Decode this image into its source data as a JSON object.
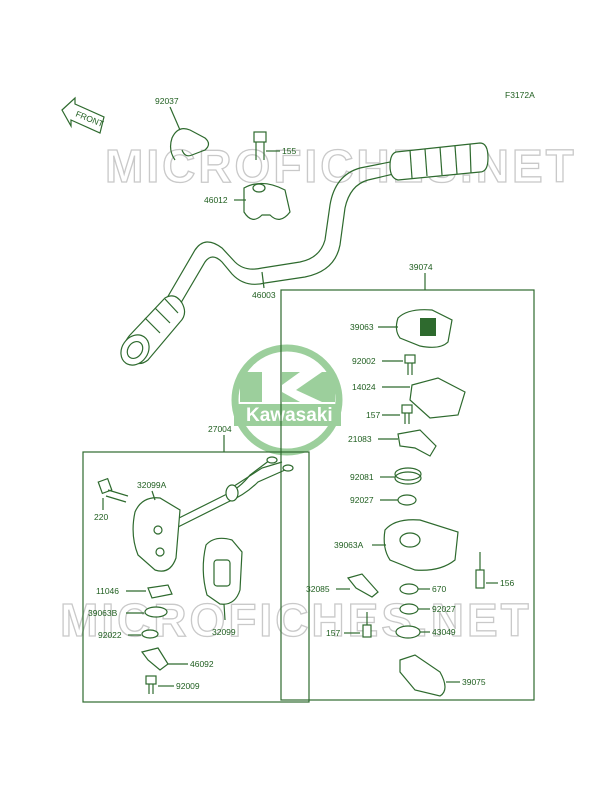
{
  "figure_code": "F3172A",
  "front_label": "FRONT",
  "watermark_text": "MICROFICHES.NET",
  "logo_text": "Kawasaki",
  "colors": {
    "line": "#2e6a2e",
    "watermark": "#c9c9c9",
    "logo": "#9ccf9c"
  },
  "parts": {
    "p92037": "92037",
    "p155": "155",
    "p46012": "46012",
    "p46003": "46003",
    "p39074": "39074",
    "p39063": "39063",
    "p92002": "92002",
    "p14024": "14024",
    "p157a": "157",
    "p21083": "21083",
    "p92081": "92081",
    "p92027a": "92027",
    "p39063A": "39063A",
    "p156": "156",
    "p32085": "32085",
    "p670": "670",
    "p92027b": "92027",
    "p157b": "157",
    "p43049": "43049",
    "p39075": "39075",
    "p27004": "27004",
    "p32099A": "32099A",
    "p220": "220",
    "p11046": "11046",
    "p39063B": "39063B",
    "p92022": "92022",
    "p32099": "32099",
    "p46092": "46092",
    "p92009": "92009"
  }
}
